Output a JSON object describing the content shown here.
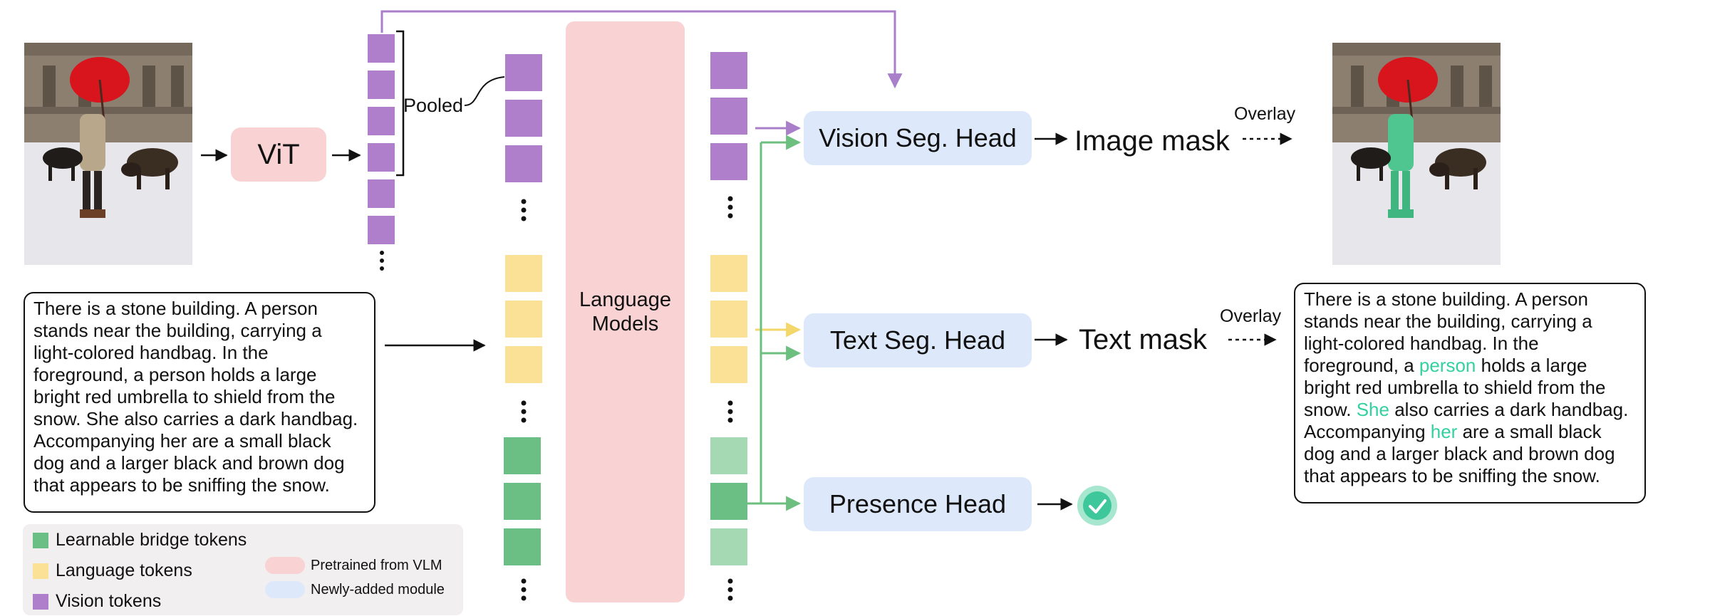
{
  "vit_label": "ViT",
  "pooled_label": "Pooled",
  "lm_label_line1": "Language",
  "lm_label_line2": "Models",
  "heads": {
    "vision": "Vision Seg. Head",
    "text": "Text Seg. Head",
    "presence": "Presence Head"
  },
  "outputs": {
    "image_mask": "Image mask",
    "text_mask": "Text mask",
    "overlay_top": "Overlay",
    "overlay_mid": "Overlay"
  },
  "input_text": [
    "There is a stone building. A person",
    "stands near the building, carrying a",
    "light-colored handbag. In the",
    "foreground, a person holds a large",
    "bright red umbrella to shield from the",
    "snow. She also carries a dark handbag.",
    "Accompanying her are a small black",
    "dog and a larger black and brown dog",
    "that appears to be sniffing the snow."
  ],
  "output_text": {
    "line1": "There is a stone building. A person",
    "line2": "stands near the building, carrying a",
    "line3": "light-colored handbag. In the",
    "line4_pre": "foreground, a ",
    "line4_hl": "person",
    "line4_post": " holds a large",
    "line5": "bright red umbrella to shield from the",
    "line6_pre": "snow. ",
    "line6_hl": "She",
    "line6_post": " also carries a dark handbag.",
    "line7_pre": "Accompanying ",
    "line7_hl": "her",
    "line7_post": " are a small black",
    "line8": "dog and a larger black and brown dog",
    "line9": "that appears to be sniffing the snow."
  },
  "legend": {
    "bridge": "Learnable bridge tokens",
    "language": "Language tokens",
    "vision": "Vision tokens",
    "pretrained": "Pretrained from VLM",
    "new_module": "Newly-added module"
  },
  "colors": {
    "vision_token": "#b07fcb",
    "language_token": "#fbe195",
    "bridge_token": "#6cbf84",
    "bridge_token_light": "#a5d9b3",
    "pretrained": "#f9d2d3",
    "new_module": "#dde9fa",
    "vision_arrow": "#a87fc8",
    "language_arrow": "#f3d76a",
    "bridge_arrow": "#6cbf7f",
    "highlight_text": "#34d0a0",
    "check_badge": "#3ec79a"
  }
}
